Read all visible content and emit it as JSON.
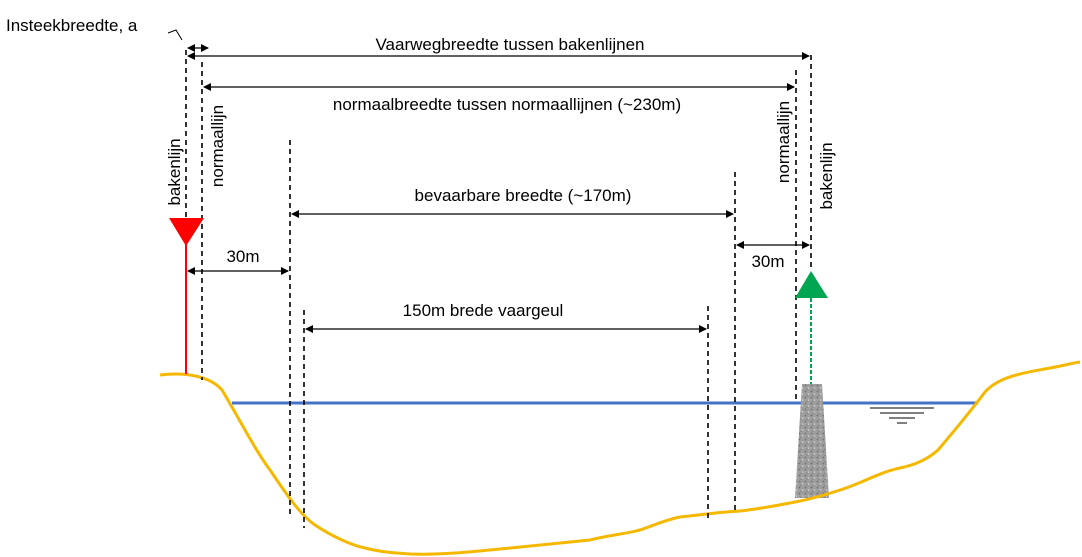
{
  "labels": {
    "insteek": "Insteekbreedte, a",
    "vaarweg": "Vaarwegbreedte tussen bakenlijnen",
    "normaalbreedte": "normaalbreedte tussen normaallijnen (~230m)",
    "bevaarbaar": "bevaarbare breedte (~170m)",
    "vaargeul": "150m brede vaargeul",
    "left_30m": "30m",
    "right_30m": "30m",
    "bakenlijn_left": "bakenlijn",
    "normaallijn_left": "normaallijn",
    "normaallijn_right": "normaallijn",
    "bakenlijn_right": "bakenlijn"
  },
  "colors": {
    "bank": "#F5B800",
    "water": "#4472C4",
    "red_buoy": "#FF0000",
    "green_buoy": "#00A651",
    "pier": "#A6A6A6"
  }
}
